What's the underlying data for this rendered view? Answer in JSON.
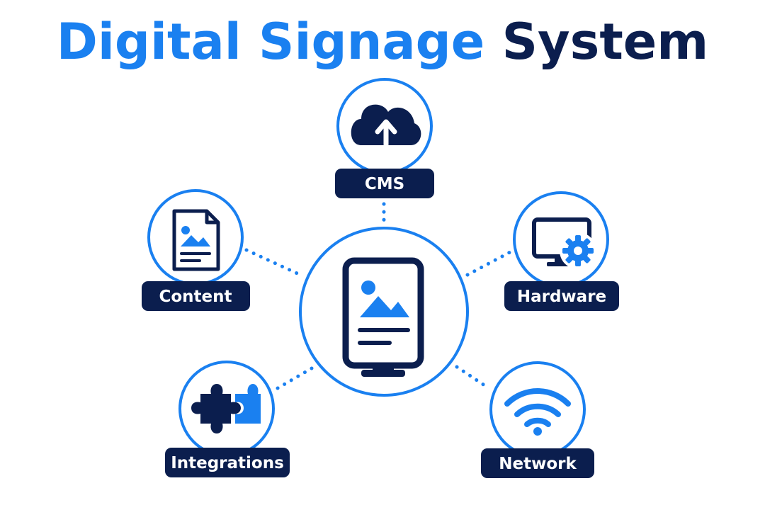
{
  "title": {
    "part1": "Digital Signage",
    "part2": "System"
  },
  "center": {
    "icon": "digital-signage-display-icon"
  },
  "nodes": {
    "cms": {
      "label": "CMS",
      "icon": "cloud-upload-icon"
    },
    "content": {
      "label": "Content",
      "icon": "document-image-icon"
    },
    "hardware": {
      "label": "Hardware",
      "icon": "monitor-gear-icon"
    },
    "integrations": {
      "label": "Integrations",
      "icon": "puzzle-icon"
    },
    "network": {
      "label": "Network",
      "icon": "wifi-icon"
    }
  },
  "colors": {
    "accent": "#1a80f0",
    "navy": "#0b1e4e",
    "background": "#ffffff"
  }
}
